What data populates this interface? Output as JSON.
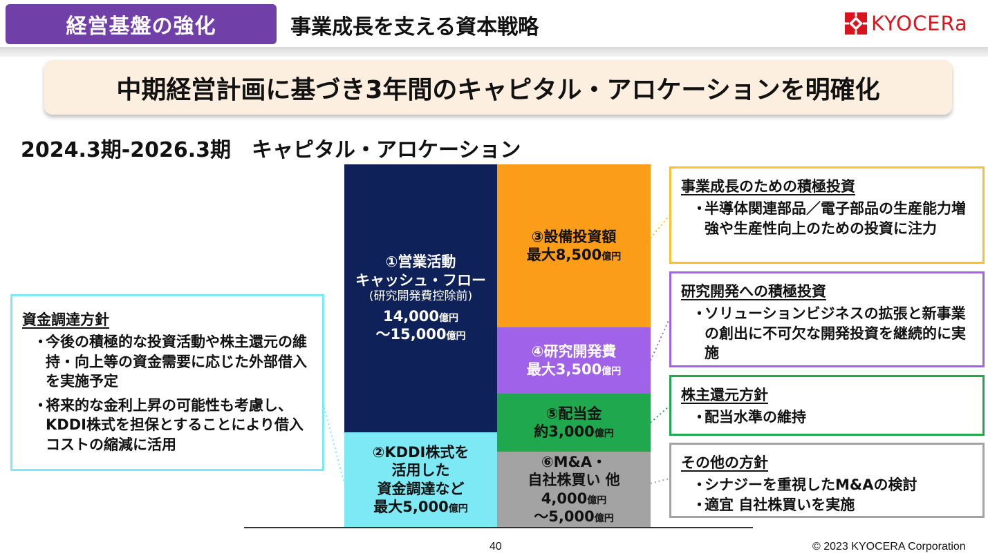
{
  "header": {
    "tag": "経営基盤の強化",
    "title": "事業成長を支える資本戦略",
    "logo_text": "KYOCERa",
    "logo_icon": "kyocera-logo-icon",
    "tag_color": "#7040a8",
    "logo_color": "#d8141e"
  },
  "banner": "中期経営計画に基づき3年間のキャピタル・アロケーションを明確化",
  "section_title": "2024.3期-2026.3期　キャピタル・アロケーション",
  "blocks": {
    "opcf": {
      "title1": "①営業活動",
      "title2": "キャッシュ・フロー",
      "note": "(研究開発費控除前)",
      "line1_num": "14,000",
      "line1_unit": "億円",
      "line2_num": "～15,000",
      "line2_unit": "億円",
      "color": "#0e2158"
    },
    "kddi": {
      "line1": "②KDDI株式を",
      "line2": "活用した",
      "line3": "資金調達など",
      "line4_num": "最大5,000",
      "line4_unit": "億円",
      "color": "#7de9f5"
    },
    "capex": {
      "title": "③設備投資額",
      "num": "最大8,500",
      "unit": "億円",
      "color": "#fb9d18"
    },
    "rd": {
      "title": "④研究開発費",
      "num": "最大3,500",
      "unit": "億円",
      "color": "#9f62e8"
    },
    "dividend": {
      "title": "⑤配当金",
      "num": "約3,000",
      "unit": "億円",
      "color": "#1fa84e"
    },
    "ma": {
      "title1": "⑥M&A・",
      "title2": "自社株買い 他",
      "line1_num": "4,000",
      "line1_unit": "億円",
      "line2_num": "～5,000",
      "line2_unit": "億円",
      "color": "#a3a3a3"
    }
  },
  "boxes": {
    "funding": {
      "title": "資金調達方針",
      "items": [
        "今後の積極的な投資活動や株主還元の維持・向上等の資金需要に応じた外部借入を実施予定",
        "将来的な金利上昇の可能性も考慮し、KDDI株式を担保とすることにより借入コストの縮減に活用"
      ]
    },
    "growth": {
      "title": "事業成長のための積極投資",
      "items": [
        "半導体関連部品／電子部品の生産能力増強や生産性向上のための投資に注力"
      ]
    },
    "rd": {
      "title": "研究開発への積極投資",
      "items": [
        "ソリューションビジネスの拡張と新事業の創出に不可欠な開発投資を継続的に実施"
      ]
    },
    "shareholder": {
      "title": "株主還元方針",
      "items": [
        "配当水準の維持"
      ]
    },
    "other": {
      "title": "その他の方針",
      "items": [
        "シナジーを重視したM&Aの検討",
        "適宜 自社株買いを実施"
      ]
    }
  },
  "footer": {
    "page": "40",
    "copyright": "© 2023 KYOCERA Corporation"
  }
}
